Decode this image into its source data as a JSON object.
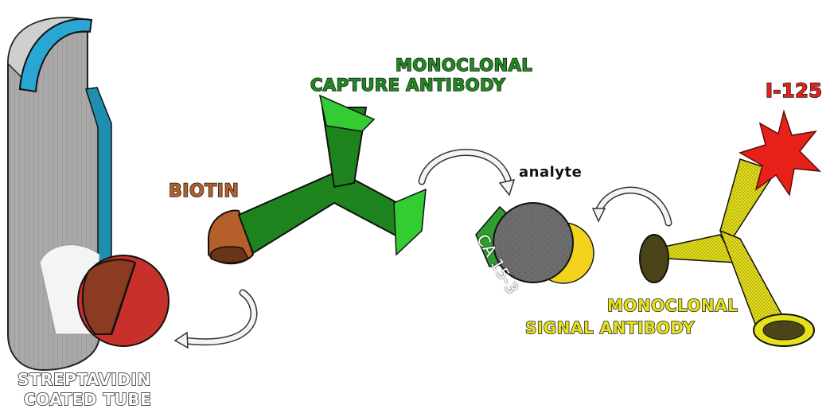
{
  "labels": {
    "tube_line1": "STREPTAVIDIN",
    "tube_line2": "COATED TUBE",
    "biotin": "BIOTIN",
    "capture_line1": "MONOCLONAL",
    "capture_line2": "CAPTURE ANTIBODY",
    "analyte": "analyte",
    "antigen": "CA 15-3",
    "signal_line1": "MONOCLONAL",
    "signal_line2": "SIGNAL ANTIBODY",
    "isotope": "I-125"
  },
  "colors": {
    "tube": "#a9a9a9",
    "tube_rim": "#2aa6d4",
    "tube_wall": "#1f8fb0",
    "streptavidin_red": "#c8302c",
    "biotin_brown": "#b5602a",
    "capture_green": "#1f8a1f",
    "capture_tip": "#33cc33",
    "analyte_gray": "#6e6e6e",
    "analyte_yellow": "#f2d21c",
    "signal_yellow": "#e6e21a",
    "isotope_red": "#e8201a",
    "arrow_fill": "#f4f4f4",
    "arrow_stroke": "#333333"
  },
  "icons": [
    "tube-shape",
    "biotin-cap",
    "capture-antibody-shape",
    "analyte-sphere",
    "signal-antibody-shape",
    "isotope-star",
    "curved-arrow"
  ]
}
